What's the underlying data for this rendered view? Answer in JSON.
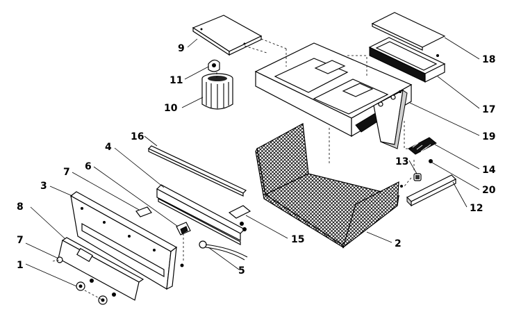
{
  "diagram": {
    "callouts": {
      "c1": "1",
      "c2": "2",
      "c3": "3",
      "c4": "4",
      "c5": "5",
      "c6": "6",
      "c7a": "7",
      "c7b": "7",
      "c8": "8",
      "c9": "9",
      "c10": "10",
      "c11": "11",
      "c12": "12",
      "c13": "13",
      "c14": "14",
      "c15": "15",
      "c16": "16",
      "c17": "17",
      "c18": "18",
      "c19": "19",
      "c20": "20"
    }
  }
}
